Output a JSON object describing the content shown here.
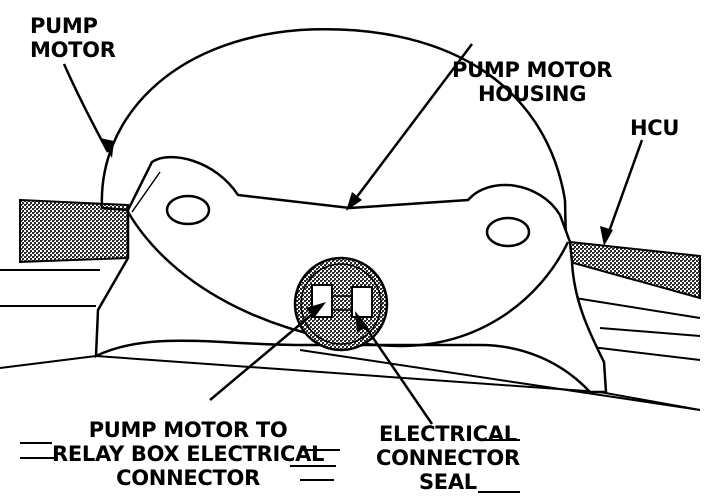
{
  "labels": {
    "pump_motor": [
      "PUMP",
      "MOTOR"
    ],
    "pump_motor_housing": [
      "PUMP MOTOR",
      "HOUSING"
    ],
    "hcu": "HCU",
    "relay_box_connector": [
      "PUMP MOTOR TO",
      "RELAY BOX ELECTRICAL",
      "CONNECTOR"
    ],
    "connector_seal": [
      "ELECTRICAL",
      "CONNECTOR",
      "SEAL"
    ]
  },
  "colors": {
    "ink": "#000000",
    "paper": "#ffffff",
    "hatch": "#3a3a3a"
  }
}
